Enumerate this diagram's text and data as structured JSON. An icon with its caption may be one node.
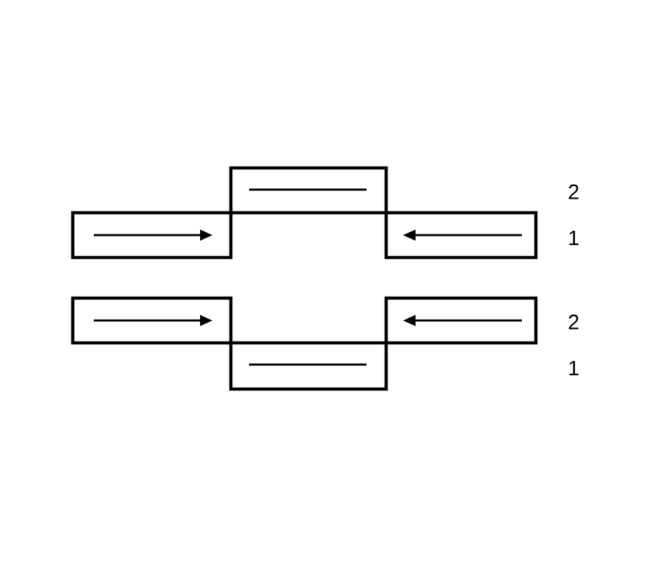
{
  "diagram": {
    "nodes": [
      {
        "text": [],
        "shape": "box"
      },
      {
        "text": [],
        "shape": "box"
      },
      {
        "text": [],
        "shape": "box"
      },
      {
        "text": [],
        "shape": "box"
      },
      {
        "text": [],
        "shape": "box"
      },
      {
        "text": [],
        "shape": "box"
      }
    ],
    "labels": [
      "2",
      "1",
      "2",
      "1"
    ]
  }
}
